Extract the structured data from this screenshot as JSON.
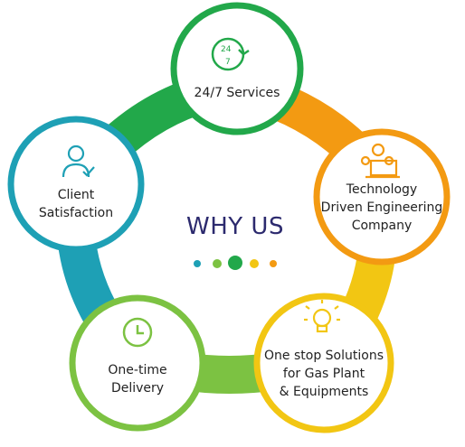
{
  "center": {
    "title": "WHY US"
  },
  "nodes": [
    {
      "id": "services",
      "label": "24/7 Services",
      "icon": "24-7-clock-icon",
      "color": "#22a84a"
    },
    {
      "id": "technology",
      "label": "Technology\nDriven Engineering\nCompany",
      "icon": "gears-laptop-icon",
      "color": "#f39a12"
    },
    {
      "id": "solutions",
      "label": "One stop Solutions\nfor Gas Plant\n& Equipments",
      "icon": "lightbulb-icon",
      "color": "#f2c613"
    },
    {
      "id": "delivery",
      "label": "One-time\nDelivery",
      "icon": "clock-icon",
      "color": "#7cc242"
    },
    {
      "id": "client",
      "label": "Client\nSatisfaction",
      "icon": "person-check-icon",
      "color": "#1ea0b5"
    }
  ],
  "dots": [
    "#1ea0b5",
    "#7cc242",
    "#22a84a",
    "#f2c613",
    "#f39a12"
  ]
}
